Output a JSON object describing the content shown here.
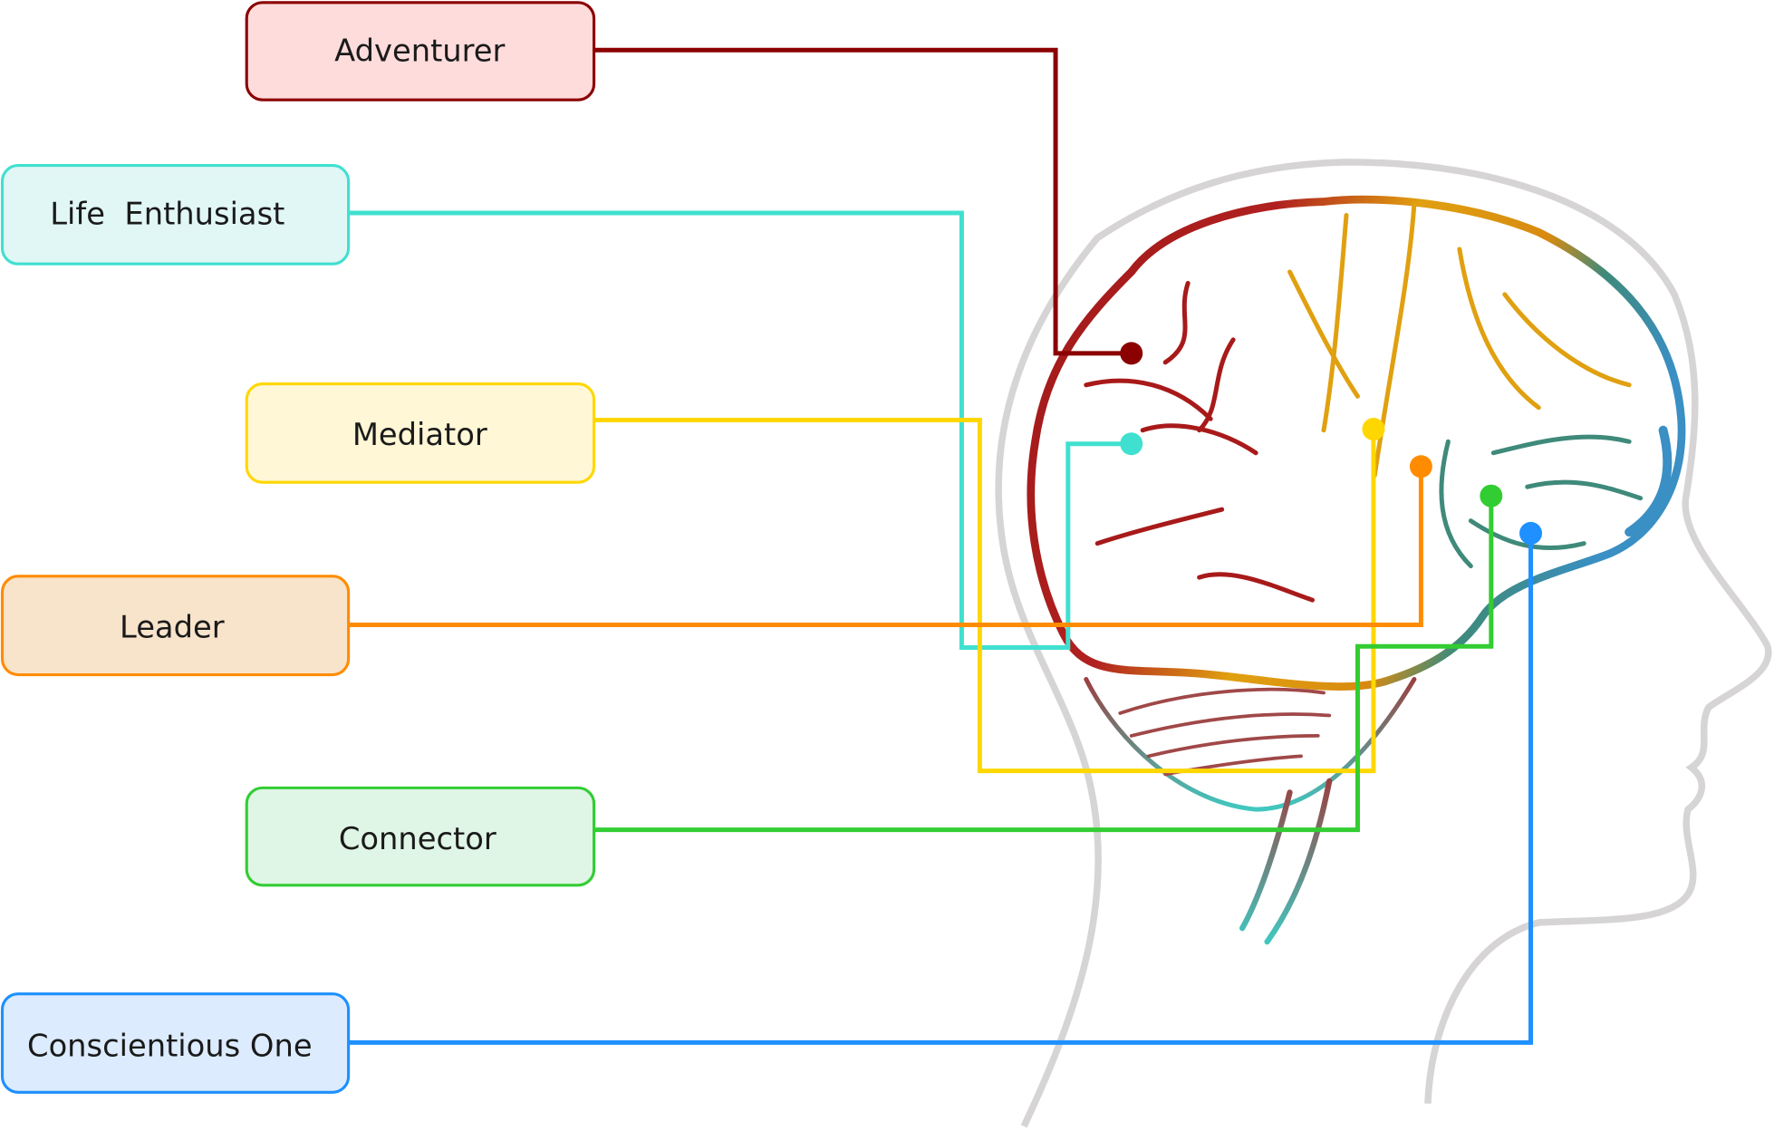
{
  "title": "Personality types mapped to brain regions",
  "nodes": [
    {
      "label": "Adventurer",
      "stroke": "#8b0000",
      "fill": "#ffdcdc"
    },
    {
      "label": "Life  Enthusiast",
      "stroke": "#40e0d0",
      "fill": "#e1f7f5"
    },
    {
      "label": "Mediator",
      "stroke": "#ffd700",
      "fill": "#fff7d6"
    },
    {
      "label": "Leader",
      "stroke": "#ff8c00",
      "fill": "#f8e3cb"
    },
    {
      "label": "Connector",
      "stroke": "#32cd32",
      "fill": "#dff5e5"
    },
    {
      "label": "Conscientious One",
      "stroke": "#1e90ff",
      "fill": "#dcebfd"
    }
  ],
  "head_color": "#d6d4d4"
}
